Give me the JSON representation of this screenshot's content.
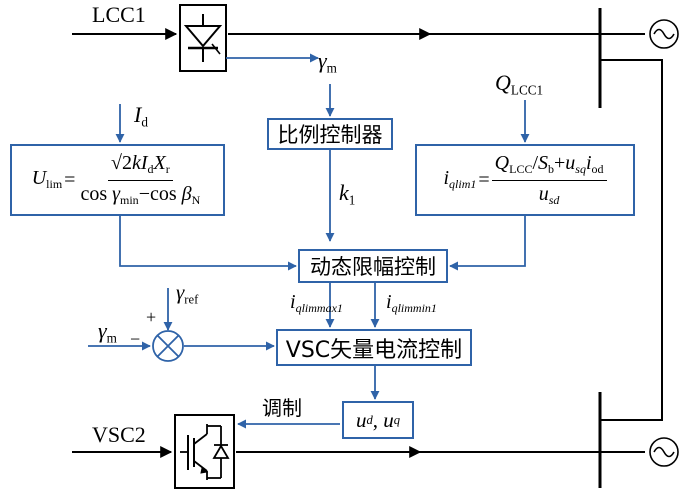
{
  "labels": {
    "lcc1": "LCC1",
    "vsc2": "VSC2",
    "gamma_m_top_sym": "γ",
    "gamma_m_top_sub": "m",
    "id_sym": "I",
    "id_sub": "d",
    "q_lcc1_sym": "Q",
    "q_lcc1_sub": "LCC1",
    "k1_sym": "k",
    "k1_sub": "1",
    "gamma_ref_sym": "γ",
    "gamma_ref_sub": "ref",
    "gamma_m_left_sym": "γ",
    "gamma_m_left_sub": "m",
    "plus_sign": "+",
    "minus_sign": "−",
    "iq_max_sym": "i",
    "iq_max_sub": "qlimmax1",
    "iq_min_sym": "i",
    "iq_min_sub": "qlimmin1",
    "modulation": "调制"
  },
  "blocks": {
    "proportional_controller": "比例控制器",
    "dynamic_limiter": "动态限幅控制",
    "vsc_current_control": "VSC矢量电流控制",
    "ud_uq": {
      "u1": "u",
      "s1": "d",
      "sep": ", ",
      "u2": "u",
      "s2": "q"
    }
  },
  "formula_ulim": {
    "lhs_sym": "U",
    "lhs_sub": "lim",
    "eq": "=",
    "num": {
      "sqrt": "√2",
      "k": "k",
      "I": "I",
      "Isub": "d",
      "X": "X",
      "Xsub": "r"
    },
    "den": {
      "cos1": "cos ",
      "g": "γ",
      "gsub": "min",
      "minus": "−",
      "cos2": "cos ",
      "b": "β",
      "bsub": "N"
    }
  },
  "formula_iqlim": {
    "lhs_sym": "i",
    "lhs_sub": "qlim1",
    "eq": "=",
    "num": {
      "Q": "Q",
      "Qsub": "LCC",
      "slash": "/",
      "S": "S",
      "Ssub": "b",
      "plus": "+",
      "u": "u",
      "usub": "sq",
      "i": "i",
      "isub": "od"
    },
    "den": {
      "u": "u",
      "usub": "sd"
    }
  },
  "colors": {
    "signal": "#2f63a8",
    "power": "#000000"
  }
}
